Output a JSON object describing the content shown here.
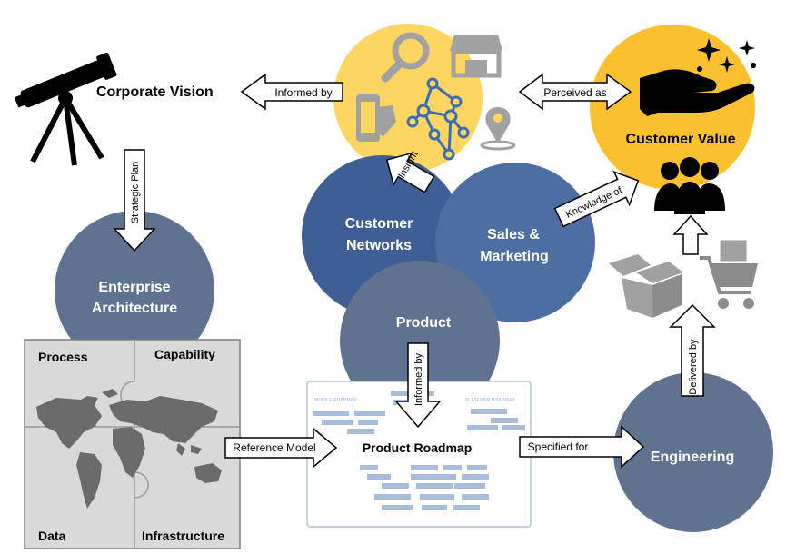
{
  "nodes": {
    "corporate_vision": "Corporate Vision",
    "customer_value": "Customer Value",
    "customer_networks": [
      "Customer",
      "Networks"
    ],
    "sales_marketing": [
      "Sales &",
      "Marketing"
    ],
    "product": "Product",
    "enterprise_architecture": [
      "Enterprise",
      "Architecture"
    ],
    "engineering": "Engineering",
    "product_roadmap": "Product Roadmap"
  },
  "puzzle": {
    "process": "Process",
    "capability": "Capability",
    "data": "Data",
    "infrastructure": "Infrastructure"
  },
  "arrows": {
    "informed_by_top": "Informed by",
    "perceived_as": "Perceived as",
    "strategic_plan": "Strategic Plan",
    "insight": "Insight",
    "knowledge_of": "Knowledge of",
    "informed_by_product": "Informed by",
    "reference_model": "Reference Model",
    "specified_for": "Specified for",
    "delivered_by": "Delivered by"
  },
  "roadmap_headers": {
    "left": "MOBILE ROADMAP",
    "right": "PLATFORM ROADMAP"
  },
  "colors": {
    "gold": "#fbc02d",
    "gold_light": "#fcd661",
    "blue_dark": "#3f5e95",
    "blue_mid": "#4d6ea3",
    "slate": "#5f7290",
    "grey_icon": "#a1a1a1",
    "map_land": "#6b6b6b"
  }
}
